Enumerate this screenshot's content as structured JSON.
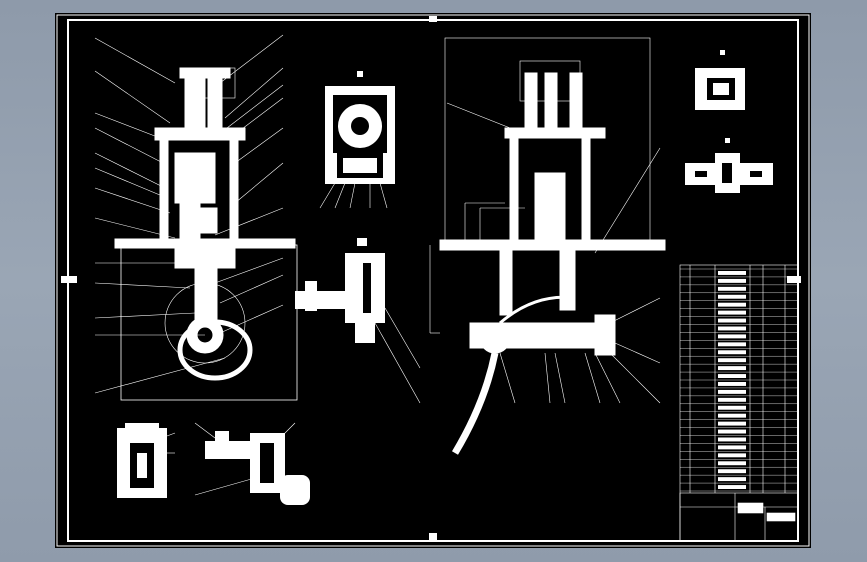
{
  "drawing": {
    "background_color": "#000000",
    "line_color": "#ffffff",
    "frame_color": "#ffffff",
    "surround_color": "#95a1b0"
  },
  "views": [
    {
      "name": "main-front-view"
    },
    {
      "name": "pump-body-section-view"
    },
    {
      "name": "valve-detail-view"
    },
    {
      "name": "side-section-view"
    },
    {
      "name": "small-part-detail-a"
    },
    {
      "name": "small-part-detail-b"
    },
    {
      "name": "bottom-left-detail-a"
    },
    {
      "name": "bottom-left-detail-b"
    }
  ],
  "notes": {
    "title": "技术要求"
  },
  "title_block": {
    "visible": true
  },
  "parts_list": {
    "row_count": 28
  }
}
